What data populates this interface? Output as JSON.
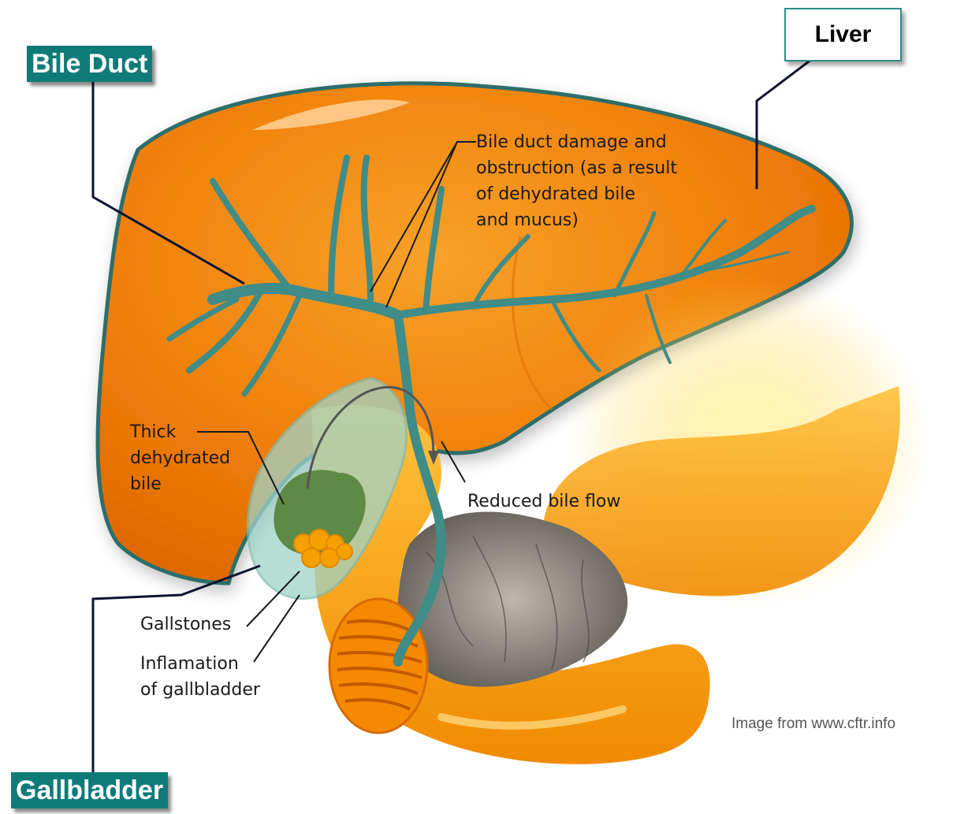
{
  "labels": {
    "bile_duct": "Bile Duct",
    "liver": "Liver",
    "gallbladder": "Gallbladder"
  },
  "annotations": {
    "damage": [
      "Bile duct damage and",
      "obstruction (as a result",
      "of dehydrated bile",
      "and mucus)"
    ],
    "thick_bile": [
      "Thick",
      "dehydrated",
      "bile"
    ],
    "reduced_flow": "Reduced bile flow",
    "gallstones": "Gallstones",
    "inflammation": [
      "Inflamation",
      "of gallbladder"
    ]
  },
  "credit": "Image from www.cftr.info",
  "colors": {
    "liver_orange": "#f2820a",
    "liver_outline": "#2f6e6a",
    "duct_teal": "#3f8c88",
    "label_teal": "#0f7b78",
    "gallbladder": "#9fd3c8",
    "bile_green": "#5d8a44",
    "stones": "#f5a000",
    "intestine": "#f7a91e",
    "pancreas_grey": "#8a8580",
    "leader_line": "#0d1430"
  }
}
